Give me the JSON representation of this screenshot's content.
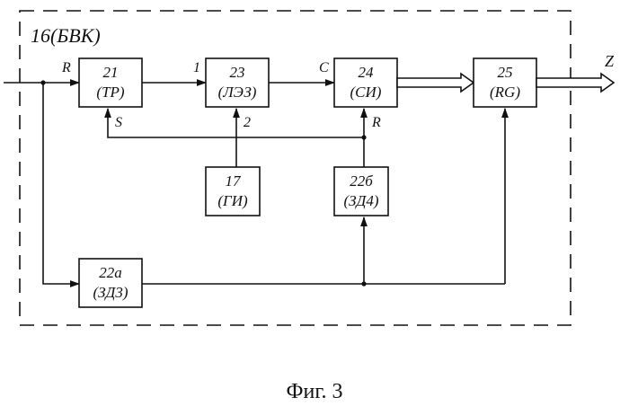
{
  "outer_block_label": "16(БВК)",
  "caption": "Фиг. 3",
  "blocks": {
    "b21": {
      "num": "21",
      "code": "(ТР)"
    },
    "b23": {
      "num": "23",
      "code": "(ЛЭЗ)"
    },
    "b24": {
      "num": "24",
      "code": "(СИ)"
    },
    "b25": {
      "num": "25",
      "code": "(RG)"
    },
    "b17": {
      "num": "17",
      "code": "(ГИ)"
    },
    "b22b": {
      "num": "22б",
      "code": "(ЗД4)"
    },
    "b22a": {
      "num": "22а",
      "code": "(ЗД3)"
    }
  },
  "pins": {
    "b21_r": "R",
    "b21_s": "S",
    "b23_1": "1",
    "b23_2": "2",
    "b24_c": "C",
    "b24_r": "R"
  },
  "output_label": "Z"
}
